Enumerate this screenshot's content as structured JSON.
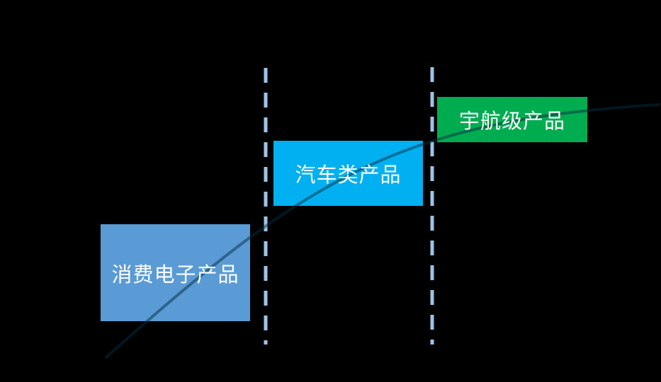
{
  "canvas": {
    "background": "#000000"
  },
  "stages": [
    {
      "id": "consumer-electronics",
      "label": "消费电子产品",
      "color": "#5B9BD5"
    },
    {
      "id": "automotive",
      "label": "汽车类产品",
      "color": "#00B0F0"
    },
    {
      "id": "aerospace-grade",
      "label": "宇航级产品",
      "color": "#00AC50"
    }
  ],
  "dividers": {
    "color": "#9DC3E6",
    "style": "dashed"
  },
  "curve": {
    "color": "rgba(0,45,65,0.5)"
  }
}
